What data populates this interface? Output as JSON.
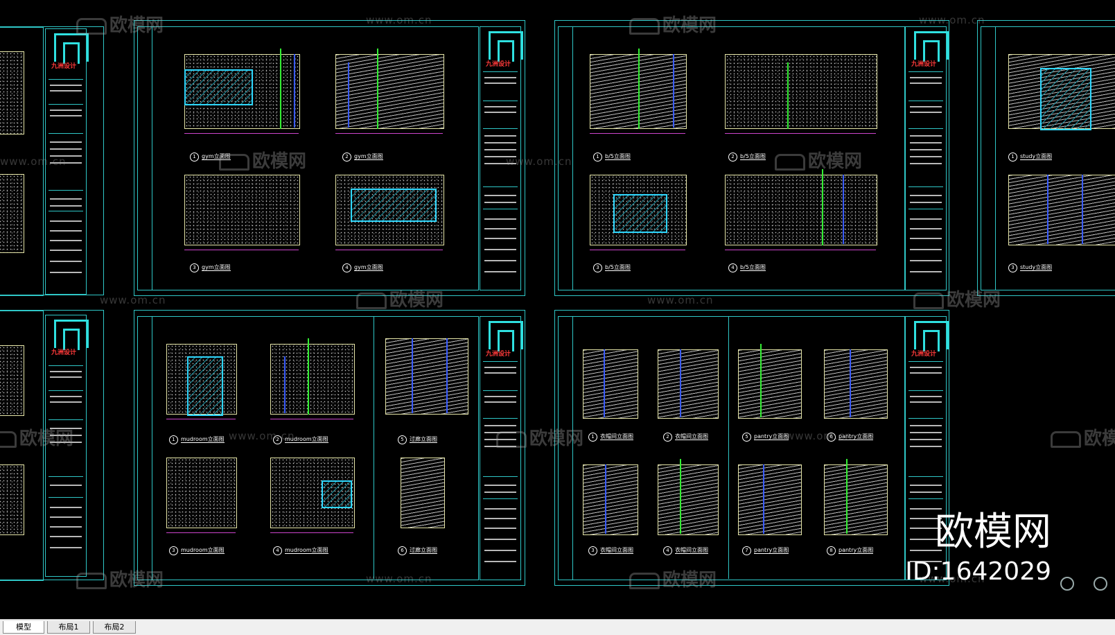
{
  "watermark": {
    "brand": "欧模网",
    "url": "www.om.cn",
    "corner_brand": "欧模网",
    "id": "ID:1642029"
  },
  "firm": {
    "brand_name": "九洲设计"
  },
  "sheets": {
    "gym": {
      "captions": [
        {
          "num": "1",
          "title": "gym立面图"
        },
        {
          "num": "2",
          "title": "gym立面图"
        },
        {
          "num": "3",
          "title": "gym立面图"
        },
        {
          "num": "4",
          "title": "gym立面图"
        }
      ]
    },
    "br": {
      "captions": [
        {
          "num": "1",
          "title": "b/5立面图"
        },
        {
          "num": "2",
          "title": "b/5立面图"
        },
        {
          "num": "3",
          "title": "b/5立面图"
        },
        {
          "num": "4",
          "title": "b/5立面图"
        }
      ]
    },
    "study": {
      "captions": [
        {
          "num": "1",
          "title": "study立面图"
        },
        {
          "num": "3",
          "title": "study立面图"
        }
      ]
    },
    "mudroom": {
      "captions": [
        {
          "num": "1",
          "title": "mudroom立面图"
        },
        {
          "num": "2",
          "title": "mudroom立面图"
        },
        {
          "num": "5",
          "title": "过廊立面图"
        },
        {
          "num": "3",
          "title": "mudroom立面图"
        },
        {
          "num": "4",
          "title": "mudroom立面图"
        },
        {
          "num": "6",
          "title": "过廊立面图"
        }
      ]
    },
    "pantry": {
      "captions": [
        {
          "num": "1",
          "title": "衣帽间立面图"
        },
        {
          "num": "2",
          "title": "衣帽间立面图"
        },
        {
          "num": "5",
          "title": "pantry立面图"
        },
        {
          "num": "6",
          "title": "pantry立面图"
        },
        {
          "num": "3",
          "title": "衣帽间立面图"
        },
        {
          "num": "4",
          "title": "衣帽间立面图"
        },
        {
          "num": "7",
          "title": "pantry立面图"
        },
        {
          "num": "8",
          "title": "pantry立面图"
        }
      ]
    }
  },
  "tabs": {
    "model": "模型",
    "layout1": "布局1",
    "layout2": "布局2"
  },
  "colors": {
    "frame": "#2fc8c8",
    "background": "#000000",
    "dimension": "#cc44cc",
    "brand": "#ff3a3a"
  }
}
